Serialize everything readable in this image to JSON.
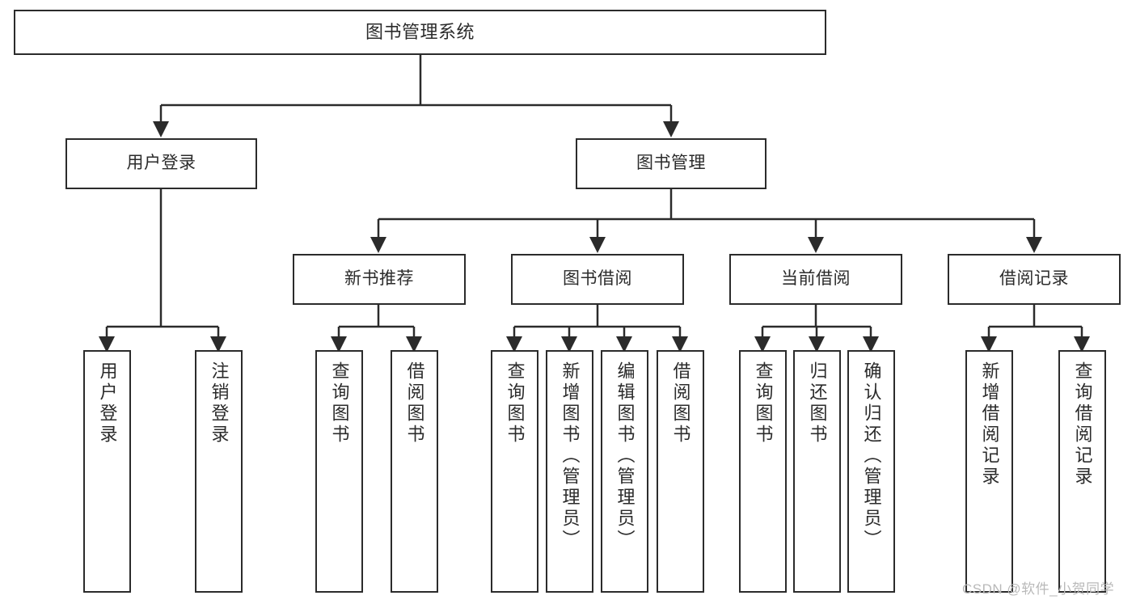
{
  "diagram": {
    "title": "图书管理系统",
    "type": "hierarchy-tree",
    "colors": {
      "box_border": "#2b2b2b",
      "box_fill": "#ffffff",
      "connector": "#2b2b2b",
      "watermark": "#b9b9b9",
      "background": "#ffffff"
    },
    "root": {
      "label": "图书管理系统"
    },
    "level2": [
      {
        "label": "用户登录"
      },
      {
        "label": "图书管理"
      }
    ],
    "level3": [
      {
        "label": "新书推荐"
      },
      {
        "label": "图书借阅"
      },
      {
        "label": "当前借阅"
      },
      {
        "label": "借阅记录"
      }
    ],
    "leaves": {
      "user_login": [
        {
          "label": "用户登录"
        },
        {
          "label": "注销登录"
        }
      ],
      "new_book_recommend": [
        {
          "label": "查询图书"
        },
        {
          "label": "借阅图书"
        }
      ],
      "book_borrow": [
        {
          "label": "查询图书"
        },
        {
          "label": "新增图书（管理员）"
        },
        {
          "label": "编辑图书（管理员）"
        },
        {
          "label": "借阅图书"
        }
      ],
      "current_borrow": [
        {
          "label": "查询图书"
        },
        {
          "label": "归还图书"
        },
        {
          "label": "确认归还（管理员）"
        }
      ],
      "borrow_record": [
        {
          "label": "新增借阅记录"
        },
        {
          "label": "查询借阅记录"
        }
      ]
    }
  },
  "watermark": {
    "text": "CSDN @软件_小贺同学"
  }
}
